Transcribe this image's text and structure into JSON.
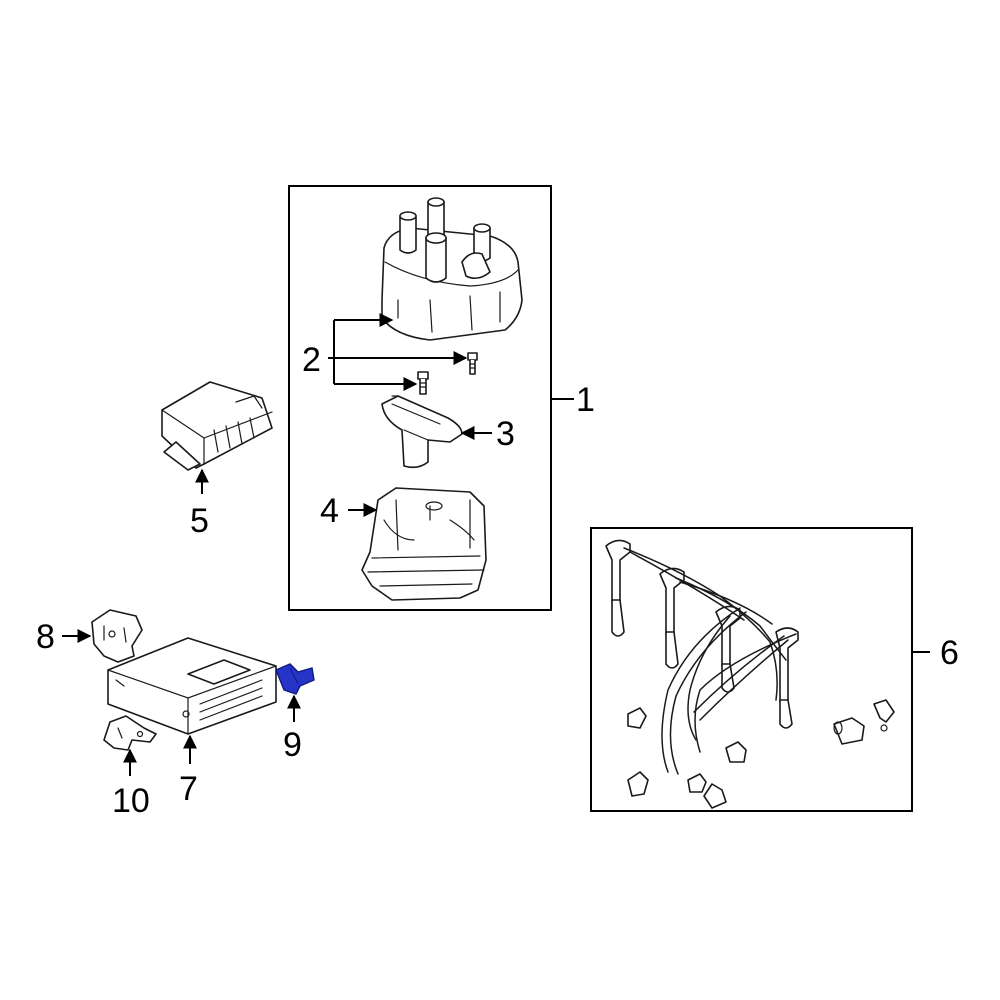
{
  "diagram": {
    "highlight_color": "#2634c8",
    "callouts": [
      {
        "id": "1",
        "label": "1"
      },
      {
        "id": "2",
        "label": "2"
      },
      {
        "id": "3",
        "label": "3"
      },
      {
        "id": "4",
        "label": "4"
      },
      {
        "id": "5",
        "label": "5"
      },
      {
        "id": "6",
        "label": "6"
      },
      {
        "id": "7",
        "label": "7"
      },
      {
        "id": "8",
        "label": "8"
      },
      {
        "id": "9",
        "label": "9"
      },
      {
        "id": "10",
        "label": "10"
      }
    ]
  }
}
